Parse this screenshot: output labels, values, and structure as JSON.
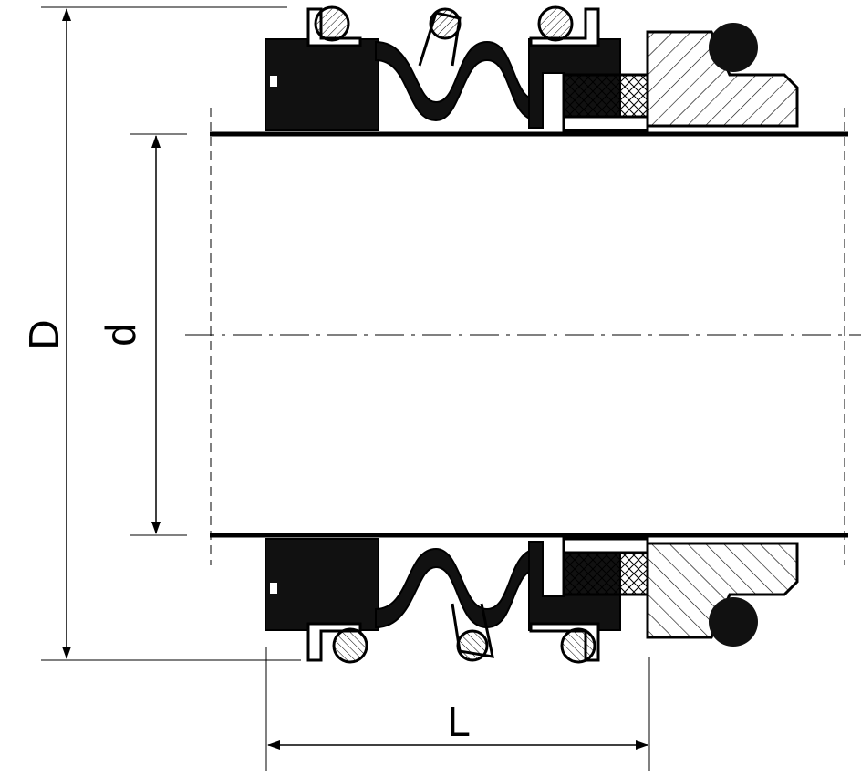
{
  "dimensions": {
    "outer_diameter_label": "D",
    "inner_diameter_label": "d",
    "length_label": "L"
  },
  "colors": {
    "line": "#000000",
    "background": "#ffffff"
  }
}
